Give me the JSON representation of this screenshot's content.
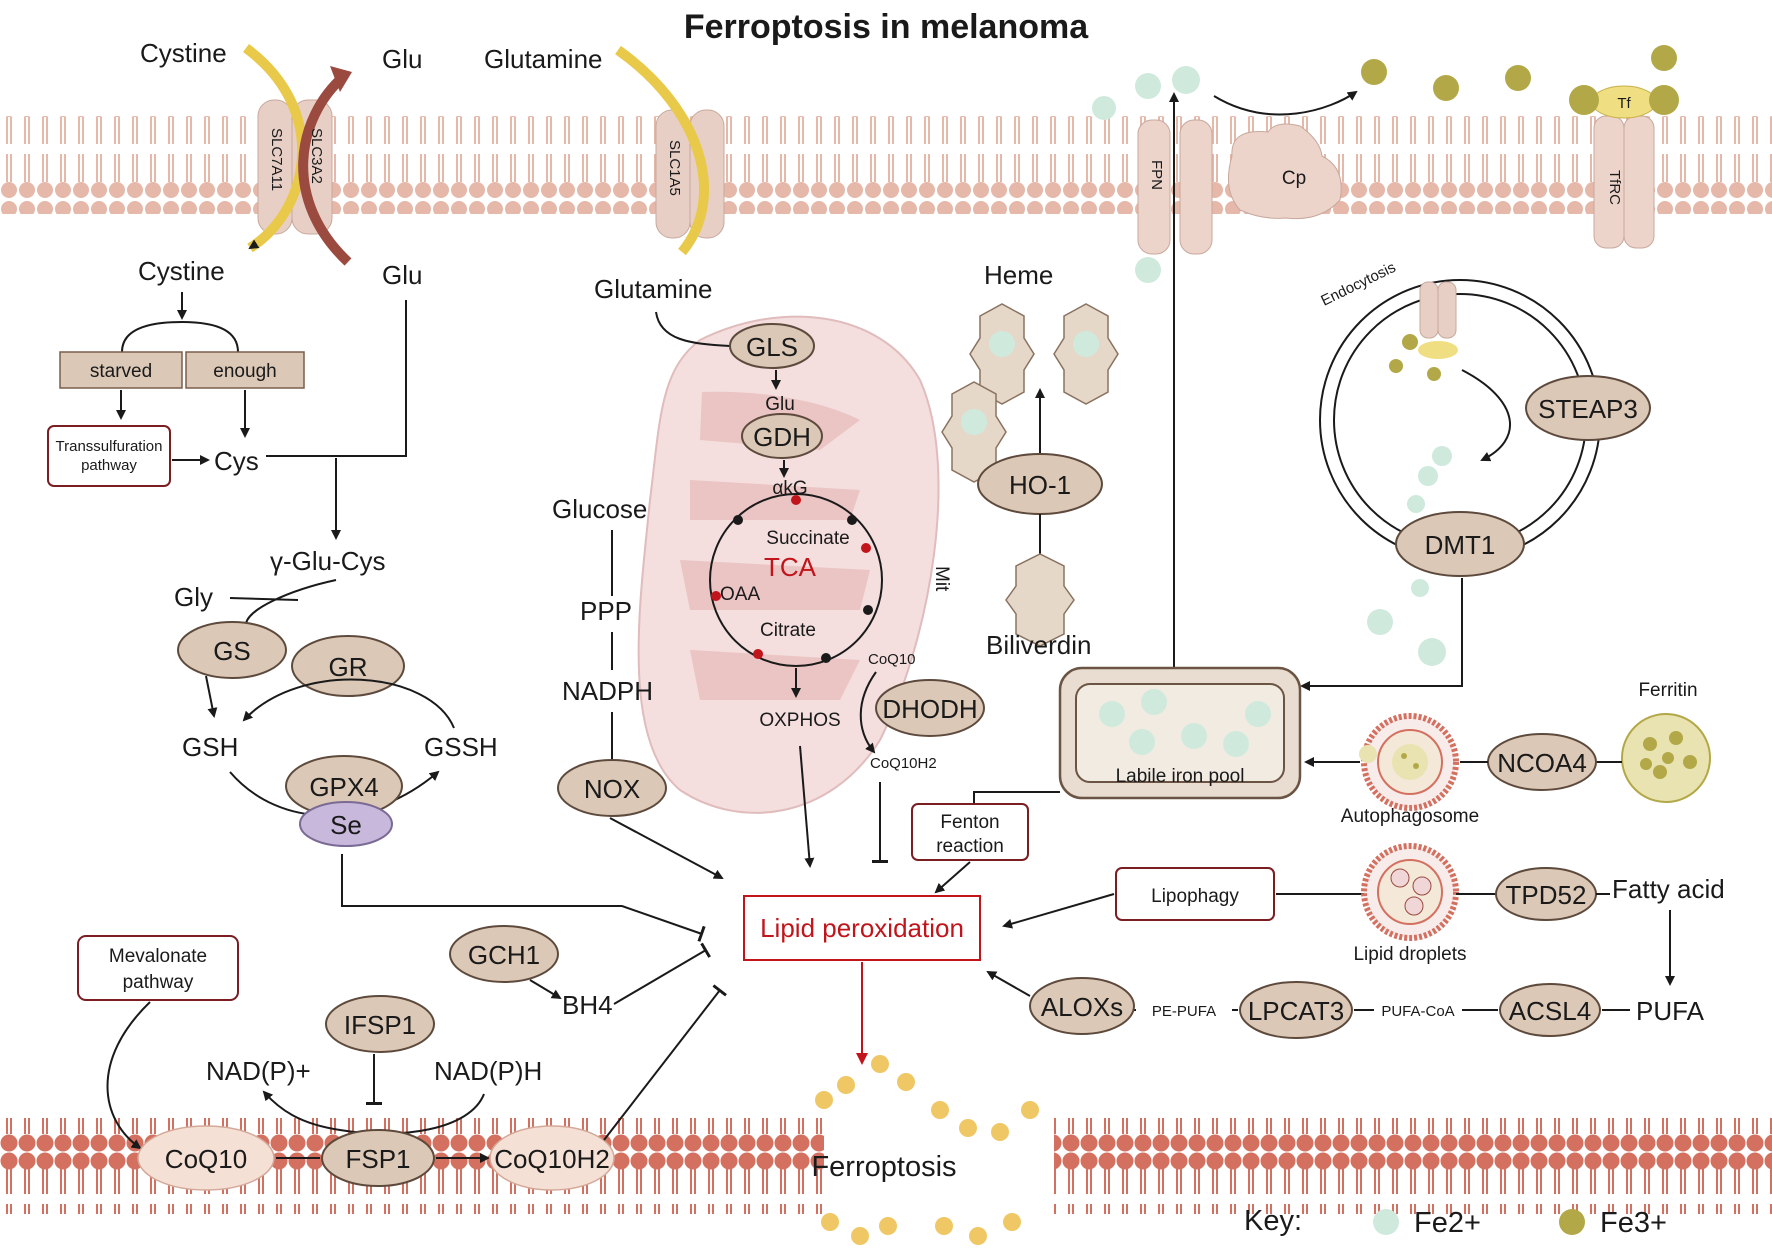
{
  "title": "Ferroptosis in melanoma",
  "colors": {
    "membrane_upper": "#e6b8a9",
    "membrane_lower": "#d47060",
    "node_fill": "#dcc8b6",
    "box_border": "#7a1e22",
    "fe2": "#cfeadd",
    "fe3": "#b3a847",
    "accent_red": "#c1141b",
    "mito_fill": "#f0d2d2"
  },
  "transporters": {
    "slc7a11": "SLC7A11",
    "slc3a2": "SLC3A2",
    "slc1a5": "SLC1A5",
    "fpn": "FPN",
    "cp": "Cp",
    "tfrc": "TfRC",
    "tf": "Tf"
  },
  "extracellular": {
    "cystine": "Cystine",
    "glu": "Glu",
    "glutamine": "Glutamine"
  },
  "cystine_branch": {
    "cystine": "Cystine",
    "glu": "Glu",
    "starved": "starved",
    "enough": "enough",
    "transsulfuration": "Transsulfuration pathway",
    "cys": "Cys",
    "gamma_glu_cys": "γ-Glu-Cys",
    "gly": "Gly",
    "gs": "GS",
    "gr": "GR",
    "gsh": "GSH",
    "gssh": "GSSH",
    "gpx4": "GPX4",
    "se": "Se"
  },
  "mito": {
    "glutamine": "Glutamine",
    "gls": "GLS",
    "glu": "Glu",
    "gdh": "GDH",
    "akg": "αkG",
    "succinate": "Succinate",
    "tca": "TCA",
    "oaa": "OAA",
    "citrate": "Citrate",
    "oxphos": "OXPHOS",
    "mit": "Mit",
    "coq10": "CoQ10",
    "dhodh": "DHODH",
    "coq10h2": "CoQ10H2"
  },
  "ppp": {
    "glucose": "Glucose",
    "ppp": "PPP",
    "nadph": "NADPH",
    "nox": "NOX"
  },
  "iron": {
    "heme": "Heme",
    "ho1": "HO-1",
    "biliverdin": "Biliverdin",
    "endocytosis": "Endocytosis",
    "steap3": "STEAP3",
    "dmt1": "DMT1",
    "labile_iron_pool": "Labile iron pool",
    "ferritin": "Ferritin",
    "ncoa4": "NCOA4",
    "autophagosome": "Autophagosome",
    "fenton": "Fenton reaction"
  },
  "lipid": {
    "lipid_peroxidation": "Lipid peroxidation",
    "lipophagy": "Lipophagy",
    "lipid_droplets": "Lipid droplets",
    "tpd52": "TPD52",
    "fatty_acid": "Fatty acid",
    "pufa": "PUFA",
    "acsl4": "ACSL4",
    "pufa_coa": "PUFA-CoA",
    "lpcat3": "LPCAT3",
    "pe_pufa": "PE-PUFA",
    "aloxs": "ALOXs"
  },
  "fsp1_axis": {
    "mevalonate": "Mevalonate pathway",
    "gch1": "GCH1",
    "bh4": "BH4",
    "ifsp1": "IFSP1",
    "nadp_plus": "NAD(P)+",
    "nadph": "NAD(P)H",
    "coq10": "CoQ10",
    "fsp1": "FSP1",
    "coq10h2": "CoQ10H2"
  },
  "ferroptosis": "Ferroptosis",
  "key": {
    "label": "Key:",
    "fe2": "Fe2+",
    "fe3": "Fe3+"
  }
}
